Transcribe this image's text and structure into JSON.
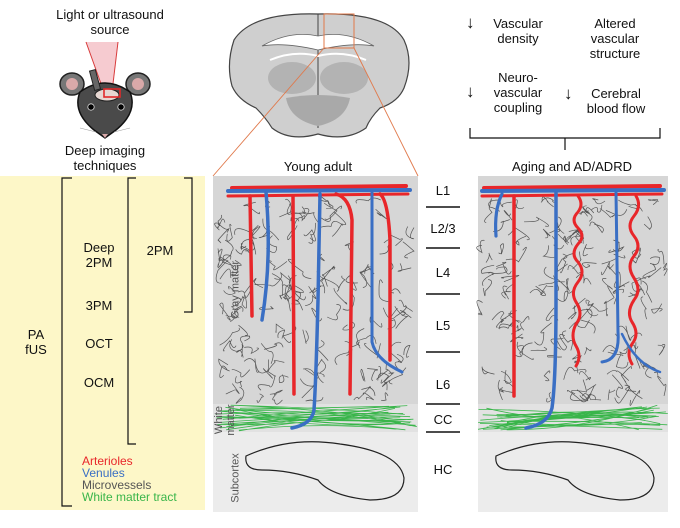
{
  "source_label": "Light or ultrasound\nsource",
  "deep_imaging_label": "Deep imaging\ntechniques",
  "techniques": {
    "pa_fus": "PA\nfUS",
    "deep_2pm": "Deep\n2PM",
    "three_pm": "3PM",
    "oct": "OCT",
    "ocm": "OCM",
    "two_pm": "2PM"
  },
  "legend": {
    "arterioles": "Arterioles",
    "venules": "Venules",
    "microvessels": "Microvessels",
    "white_matter_tract": "White matter tract"
  },
  "legend_colors": {
    "arterioles": "#e8262a",
    "venules": "#3a6fc4",
    "microvessels": "#555555",
    "white_matter_tract": "#39b54a"
  },
  "panels": {
    "young_title": "Young adult",
    "aging_title": "Aging and AD/ADRD"
  },
  "regions": {
    "gray_matter": "Gray matter",
    "white_matter": "White\nmatter",
    "subcortex": "Subcortex"
  },
  "layers": [
    "L1",
    "L2/3",
    "L4",
    "L5",
    "L6",
    "CC",
    "HC"
  ],
  "changes": {
    "vascular_density": "Vascular\ndensity",
    "altered_structure": "Altered\nvascular\nstructure",
    "neurovascular": "Neuro-\nvascular\ncoupling",
    "cbf": "Cerebral\nblood flow"
  },
  "arrow_glyph": "↓"
}
